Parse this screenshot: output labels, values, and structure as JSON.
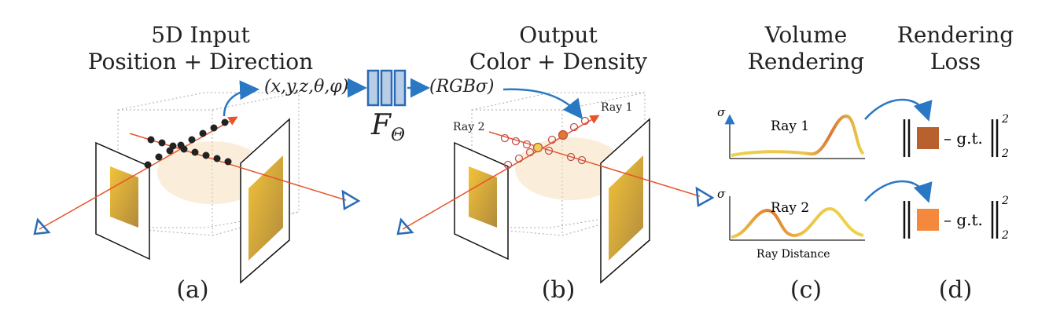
{
  "headings": {
    "a_line1": "5D Input",
    "a_line2": "Position + Direction",
    "b_line1": "Output",
    "b_line2": "Color + Density",
    "c_line1": "Volume",
    "c_line2": "Rendering",
    "d_line1": "Rendering",
    "d_line2": "Loss"
  },
  "input_tuple": "(x,y,z,θ,φ)",
  "network_label": "F",
  "network_subscript": "Θ",
  "output_tuple": "(RGBσ)",
  "ray_labels": {
    "ray1": "Ray 1",
    "ray2": "Ray 2"
  },
  "plots": {
    "sigma_label": "σ",
    "top_ray": "Ray 1",
    "bottom_ray": "Ray 2",
    "x_axis": "Ray Distance"
  },
  "loss": {
    "gt_text": "– g.t.",
    "superscript": "2",
    "subscript": "2",
    "color_ray1": "#b8612f",
    "color_ray2": "#f4883d"
  },
  "panel_labels": {
    "a": "(a)",
    "b": "(b)",
    "c": "(c)",
    "d": "(d)"
  },
  "colors": {
    "ray": "#e8532a",
    "camera": "#2a6bb5",
    "arrow": "#2a78c4",
    "network_fill": "#b8cde6",
    "network_stroke": "#2a6bb5",
    "curve_orange": "#e07a2e",
    "curve_yellow": "#ecd24a"
  }
}
